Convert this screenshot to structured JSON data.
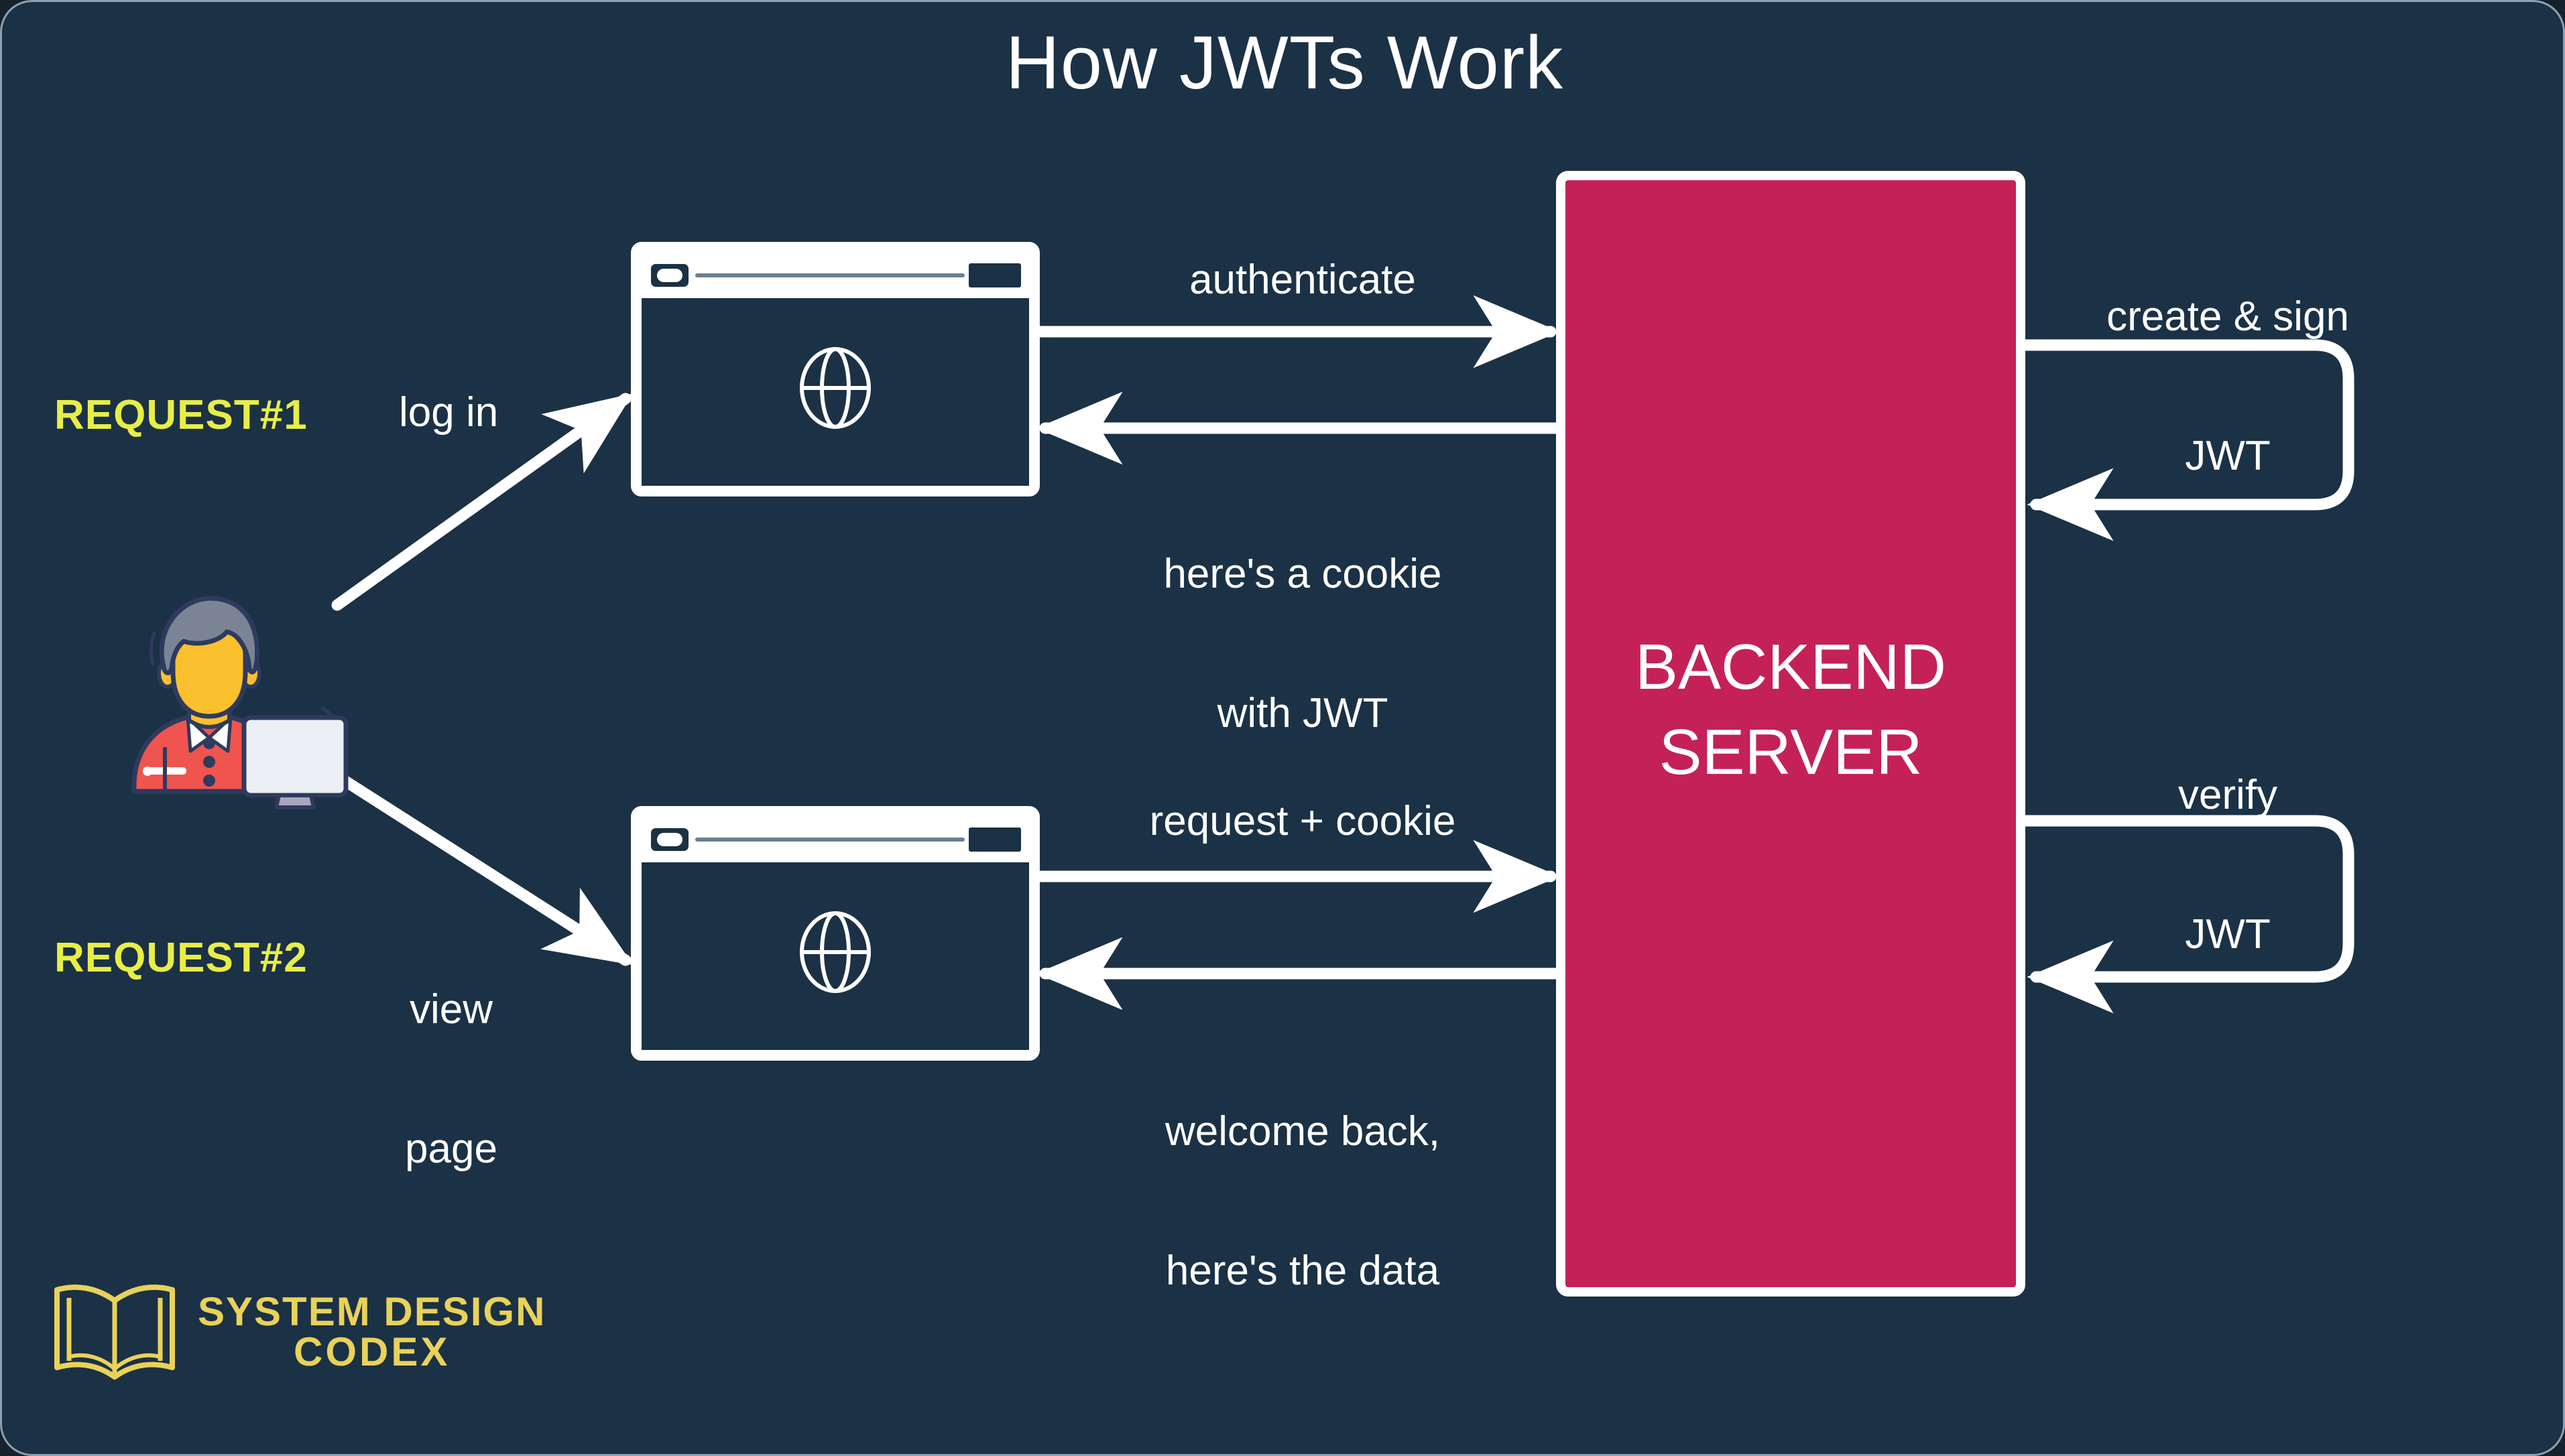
{
  "title": "How JWTs Work",
  "colors": {
    "background": "#1b3145",
    "server_fill": "#c42158",
    "accent_yellow": "#e8ee47",
    "logo_gold": "#e9d25a",
    "stroke_white": "#ffffff"
  },
  "server": {
    "line1": "BACKEND",
    "line2": "SERVER"
  },
  "requests": [
    {
      "tag": "REQUEST#1",
      "action": "log in"
    },
    {
      "tag": "REQUEST#2",
      "action_line1": "view",
      "action_line2": "page"
    }
  ],
  "flows": {
    "req1_out": "authenticate",
    "req1_in_line1": "here's a cookie",
    "req1_in_line2": "with JWT",
    "req2_out": "request + cookie",
    "req2_in_line1": "welcome back,",
    "req2_in_line2": "here's the data"
  },
  "server_ops": {
    "create_line1": "create & sign",
    "create_line2": "JWT",
    "verify_line1": "verify",
    "verify_line2": "JWT"
  },
  "logo": {
    "line1": "SYSTEM DESIGN",
    "line2": "CODEX"
  },
  "icons": {
    "browser": "browser-window-icon",
    "globe": "globe-icon",
    "user": "user-at-computer-icon",
    "book": "open-book-icon"
  }
}
